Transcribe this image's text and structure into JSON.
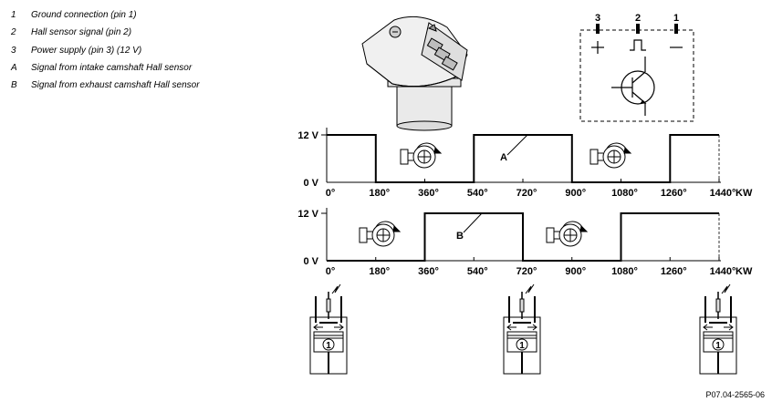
{
  "legend": [
    {
      "key": "1",
      "text": "Ground connection (pin 1)"
    },
    {
      "key": "2",
      "text": "Hall sensor signal (pin 2)"
    },
    {
      "key": "3",
      "text": "Power supply (pin 3) (12 V)"
    },
    {
      "key": "A",
      "text": "Signal from intake camshaft Hall sensor"
    },
    {
      "key": "B",
      "text": "Signal from exhaust camshaft Hall sensor"
    }
  ],
  "circuit": {
    "pins": [
      "3",
      "2",
      "1"
    ]
  },
  "chart_data": [
    {
      "type": "line",
      "series": [
        {
          "name": "A",
          "x": [
            0,
            180,
            180,
            540,
            540,
            900,
            900,
            1260,
            1260,
            1440
          ],
          "y": [
            12,
            12,
            0,
            0,
            12,
            12,
            0,
            0,
            12,
            12
          ]
        }
      ],
      "y_labels": [
        "12 V",
        "0 V"
      ],
      "x_ticks": [
        "0°",
        "180°",
        "360°",
        "540°",
        "720°",
        "900°",
        "1080°",
        "1260°",
        "1440°"
      ],
      "x_unit": "KW",
      "xlim": [
        0,
        1440
      ]
    },
    {
      "type": "line",
      "series": [
        {
          "name": "B",
          "x": [
            0,
            360,
            360,
            720,
            720,
            1080,
            1080,
            1440
          ],
          "y": [
            0,
            0,
            12,
            12,
            0,
            0,
            12,
            12
          ]
        }
      ],
      "y_labels": [
        "12 V",
        "0 V"
      ],
      "x_ticks": [
        "0°",
        "180°",
        "360°",
        "540°",
        "720°",
        "900°",
        "1080°",
        "1260°",
        "1440°"
      ],
      "x_unit": "KW",
      "xlim": [
        0,
        1440
      ]
    }
  ],
  "cylinders": [
    {
      "label": "1"
    },
    {
      "label": "1"
    },
    {
      "label": "1"
    }
  ],
  "ref_code": "P07.04-2565-06"
}
